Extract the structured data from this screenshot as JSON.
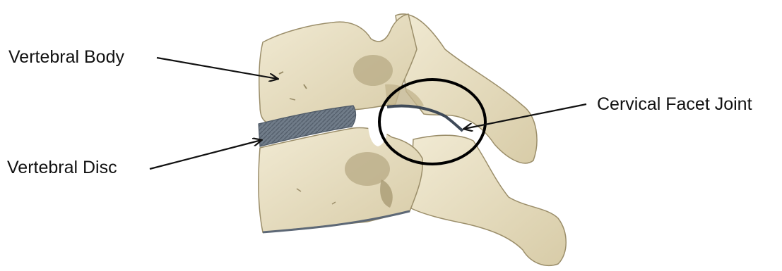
{
  "labels": {
    "vertebral_body": "Vertebral Body",
    "vertebral_disc": "Vertebral Disc",
    "cervical_facet_joint": "Cervical Facet Joint"
  },
  "colors": {
    "bone": "#e9e0c4",
    "bone_shadow": "#c9bc98",
    "bone_dark": "#a89a74",
    "disc": "#6f7b88",
    "disc_dark": "#4e5966",
    "outline": "#8a7d5a",
    "annotation": "#111111"
  }
}
